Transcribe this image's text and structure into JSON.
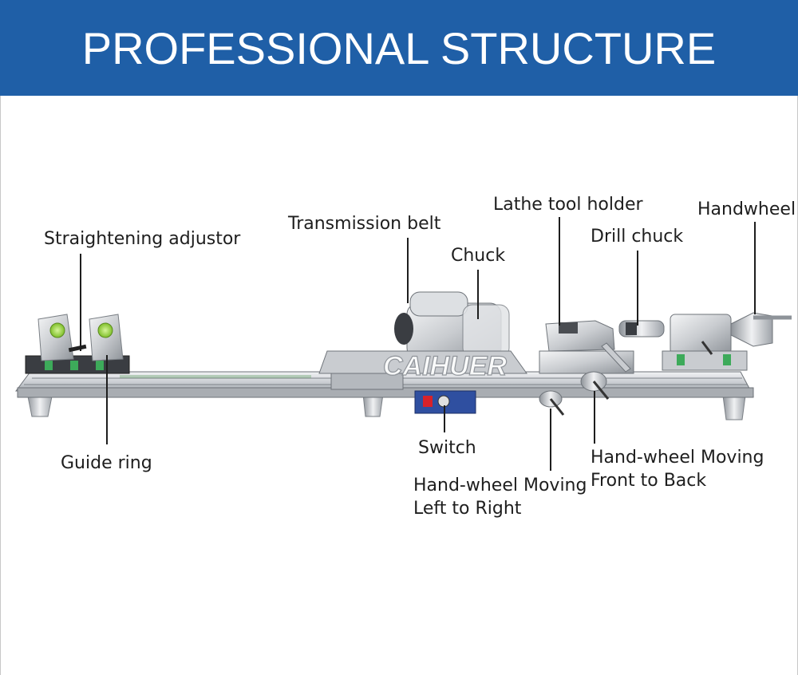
{
  "header": {
    "title": "PROFESSIONAL STRUCTURE",
    "background": "#1f5fa7"
  },
  "labels": {
    "straightening_adjustor": "Straightening adjustor",
    "transmission_belt": "Transmission belt",
    "chuck": "Chuck",
    "lathe_tool_holder": "Lathe tool holder",
    "drill_chuck": "Drill chuck",
    "handwheel": "Handwheel",
    "guide_ring": "Guide ring",
    "switch": "Switch",
    "handwheel_left_right_line1": "Hand-wheel Moving",
    "handwheel_left_right_line2": "Left to Right",
    "handwheel_front_back_line1": "Hand-wheel Moving",
    "handwheel_front_back_line2": "Front to Back"
  },
  "watermark": "CAIHUER"
}
